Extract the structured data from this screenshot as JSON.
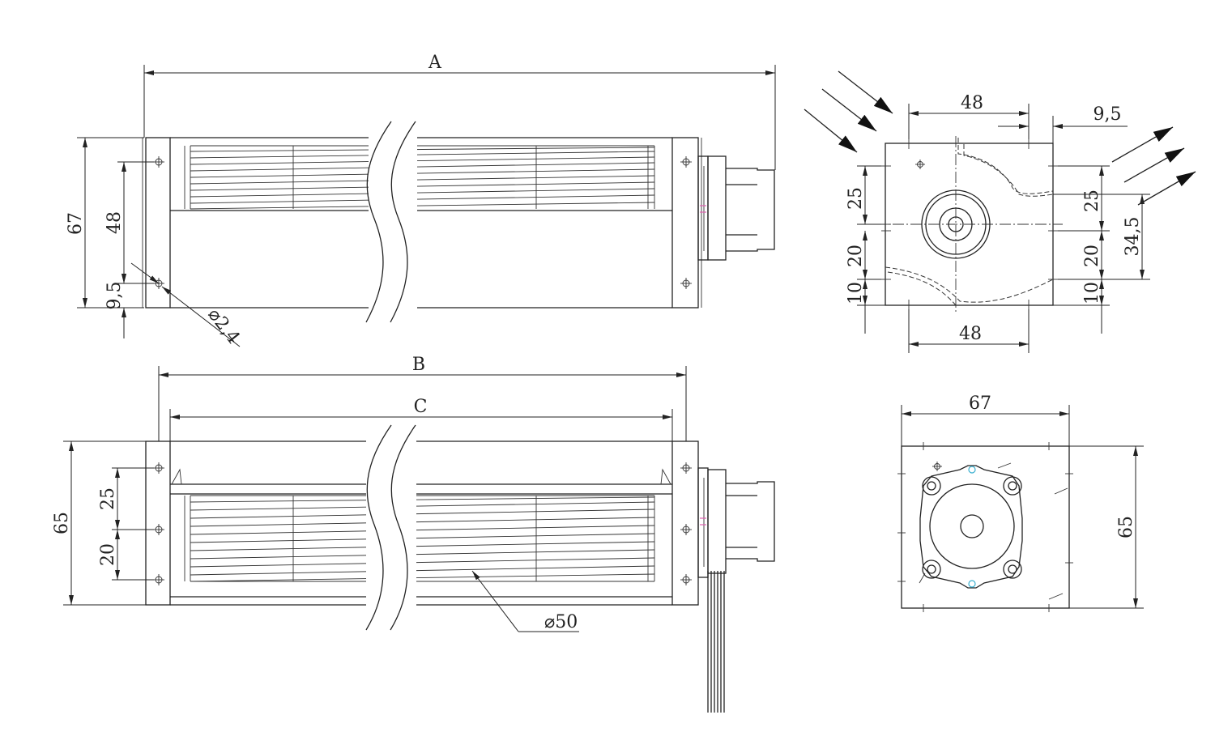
{
  "views": {
    "top": {
      "dim_A": "A",
      "dim_height": "67",
      "dim_inner": "48",
      "dim_offset": "9,5",
      "dim_hole": "⌀2,4"
    },
    "front": {
      "dim_B": "B",
      "dim_C": "C",
      "dim_height": "65",
      "dim_upper": "25",
      "dim_lower": "20",
      "dim_rotor": "⌀50"
    },
    "side_outlet": {
      "dim_top_width": "48",
      "dim_offset": "9,5",
      "dim_left_25": "25",
      "dim_left_20": "20",
      "dim_left_10": "10",
      "dim_right_25": "25",
      "dim_right_20": "20",
      "dim_right_10": "10",
      "dim_right_34_5": "34,5",
      "dim_bottom_width": "48"
    },
    "side_motor": {
      "dim_width": "67",
      "dim_height": "65"
    }
  }
}
